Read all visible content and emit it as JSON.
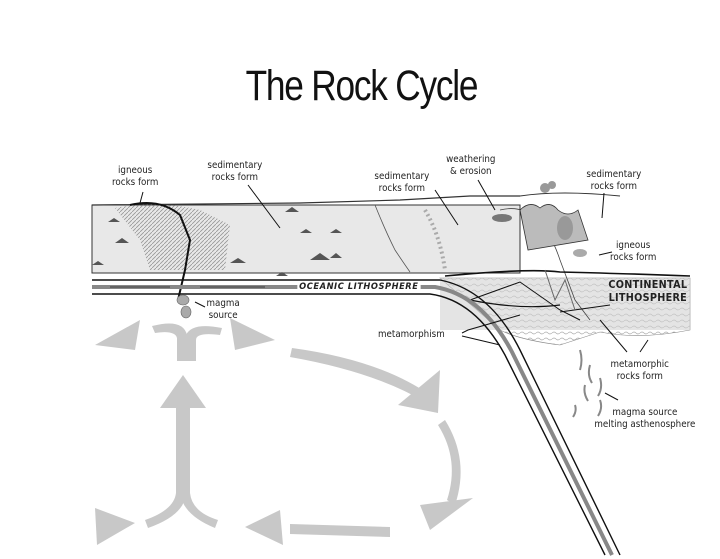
{
  "title": "The Rock Cycle",
  "labels": {
    "igneous_left": {
      "line1": "igneous",
      "line2": "rocks form"
    },
    "sedimentary_left": {
      "line1": "sedimentary",
      "line2": "rocks form"
    },
    "sedimentary_mid": {
      "line1": "sedimentary",
      "line2": "rocks form"
    },
    "weathering": {
      "line1": "weathering",
      "line2": "& erosion"
    },
    "sedimentary_right": {
      "line1": "sedimentary",
      "line2": "rocks form"
    },
    "igneous_right": {
      "line1": "igneous",
      "line2": "rocks form"
    },
    "continental": {
      "line1": "CONTINENTAL",
      "line2": "LITHOSPHERE"
    },
    "oceanic": "OCEANIC LITHOSPHERE",
    "magma_source_left": {
      "line1": "magma",
      "line2": "source"
    },
    "metamorphism": "metamorphism",
    "metamorphic": {
      "line1": "metamorphic",
      "line2": "rocks form"
    },
    "magma_source_right": {
      "line1": "magma source",
      "line2": "melting asthenosphere"
    }
  },
  "colors": {
    "ink": "#1a1a1a",
    "sediment": "#e6e6e6",
    "crust": "#cfcfcf",
    "cycle_arrows": "#c8c8c8",
    "magma": "#9a9a9a"
  }
}
